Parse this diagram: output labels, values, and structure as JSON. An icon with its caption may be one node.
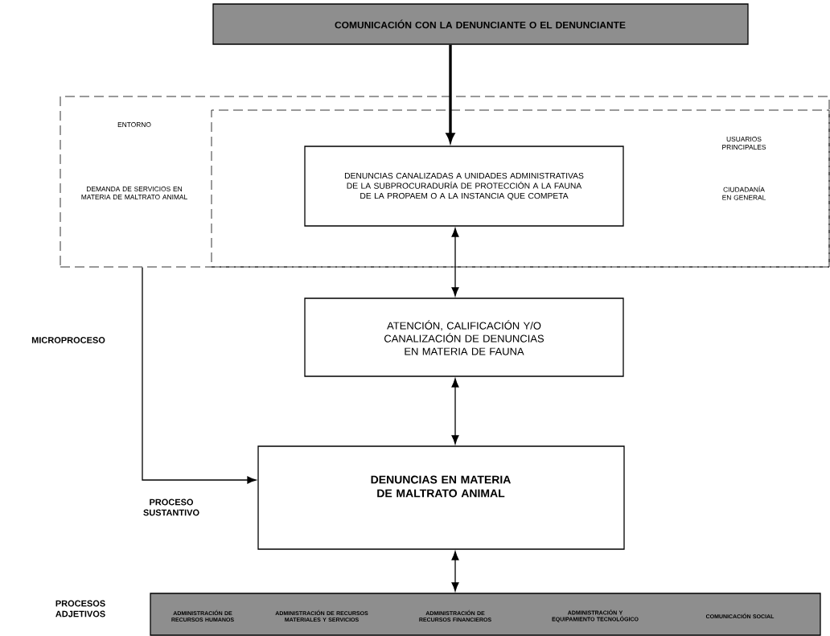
{
  "diagram": {
    "nodes": [
      {
        "text": [
          "COMUNICACIÓN CON LA DENUNCIANTE O EL DENUNCIANTE"
        ]
      },
      {
        "text": [
          "ENTORNO",
          "DEMANDA DE SERVICIOS EN MATERIA DE MALTRATO ANIMAL"
        ]
      },
      {
        "text": [
          "USUARIOS PRINCIPALES",
          "CIUDADANÍA EN GENERAL"
        ],
        "in": 1
      },
      {
        "text": [
          "DENUNCIAS CANALIZADAS A UNIDADES ADMINISTRATIVAS DE LA SUBPROCURADURÍA DE PROTECCIÓN A LA FAUNA DE LA PROPAEM O A LA INSTANCIA QUE COMPETA"
        ],
        "in": 2
      },
      {
        "text": [
          "ATENCIÓN, CALIFICACIÓN Y/O CANALIZACIÓN DE DENUNCIAS EN MATERIA DE FAUNA"
        ]
      },
      {
        "text": [
          "DENUNCIAS EN MATERIA DE MALTRATO ANIMAL"
        ]
      },
      {
        "text": [
          "ADMINISTRACIÓN DE RECURSOS HUMANOS",
          "ADMINISTRACIÓN DE RECURSOS MATERIALES Y SERVICIOS",
          "ADMINISTRACIÓN DE RECURSOS FINANCIEROS",
          "ADMINISTRACIÓN Y EQUIPAMIENTO TECNOLÓGICO",
          "COMUNICACIÓN SOCIAL"
        ]
      }
    ],
    "edges": [
      {
        "from": 0,
        "to": 3,
        "arrow": "to",
        "style": "thick"
      },
      {
        "from": 3,
        "to": 4,
        "arrow": "both"
      },
      {
        "from": 4,
        "to": 5,
        "arrow": "both"
      },
      {
        "from": 1,
        "to": 5,
        "arrow": "to"
      },
      {
        "from": 5,
        "to": 6,
        "arrow": "both"
      }
    ],
    "labels": [
      "MICROPROCESO",
      "PROCESO SUSTANTIVO",
      "PROCESOS ADJETIVOS"
    ]
  }
}
